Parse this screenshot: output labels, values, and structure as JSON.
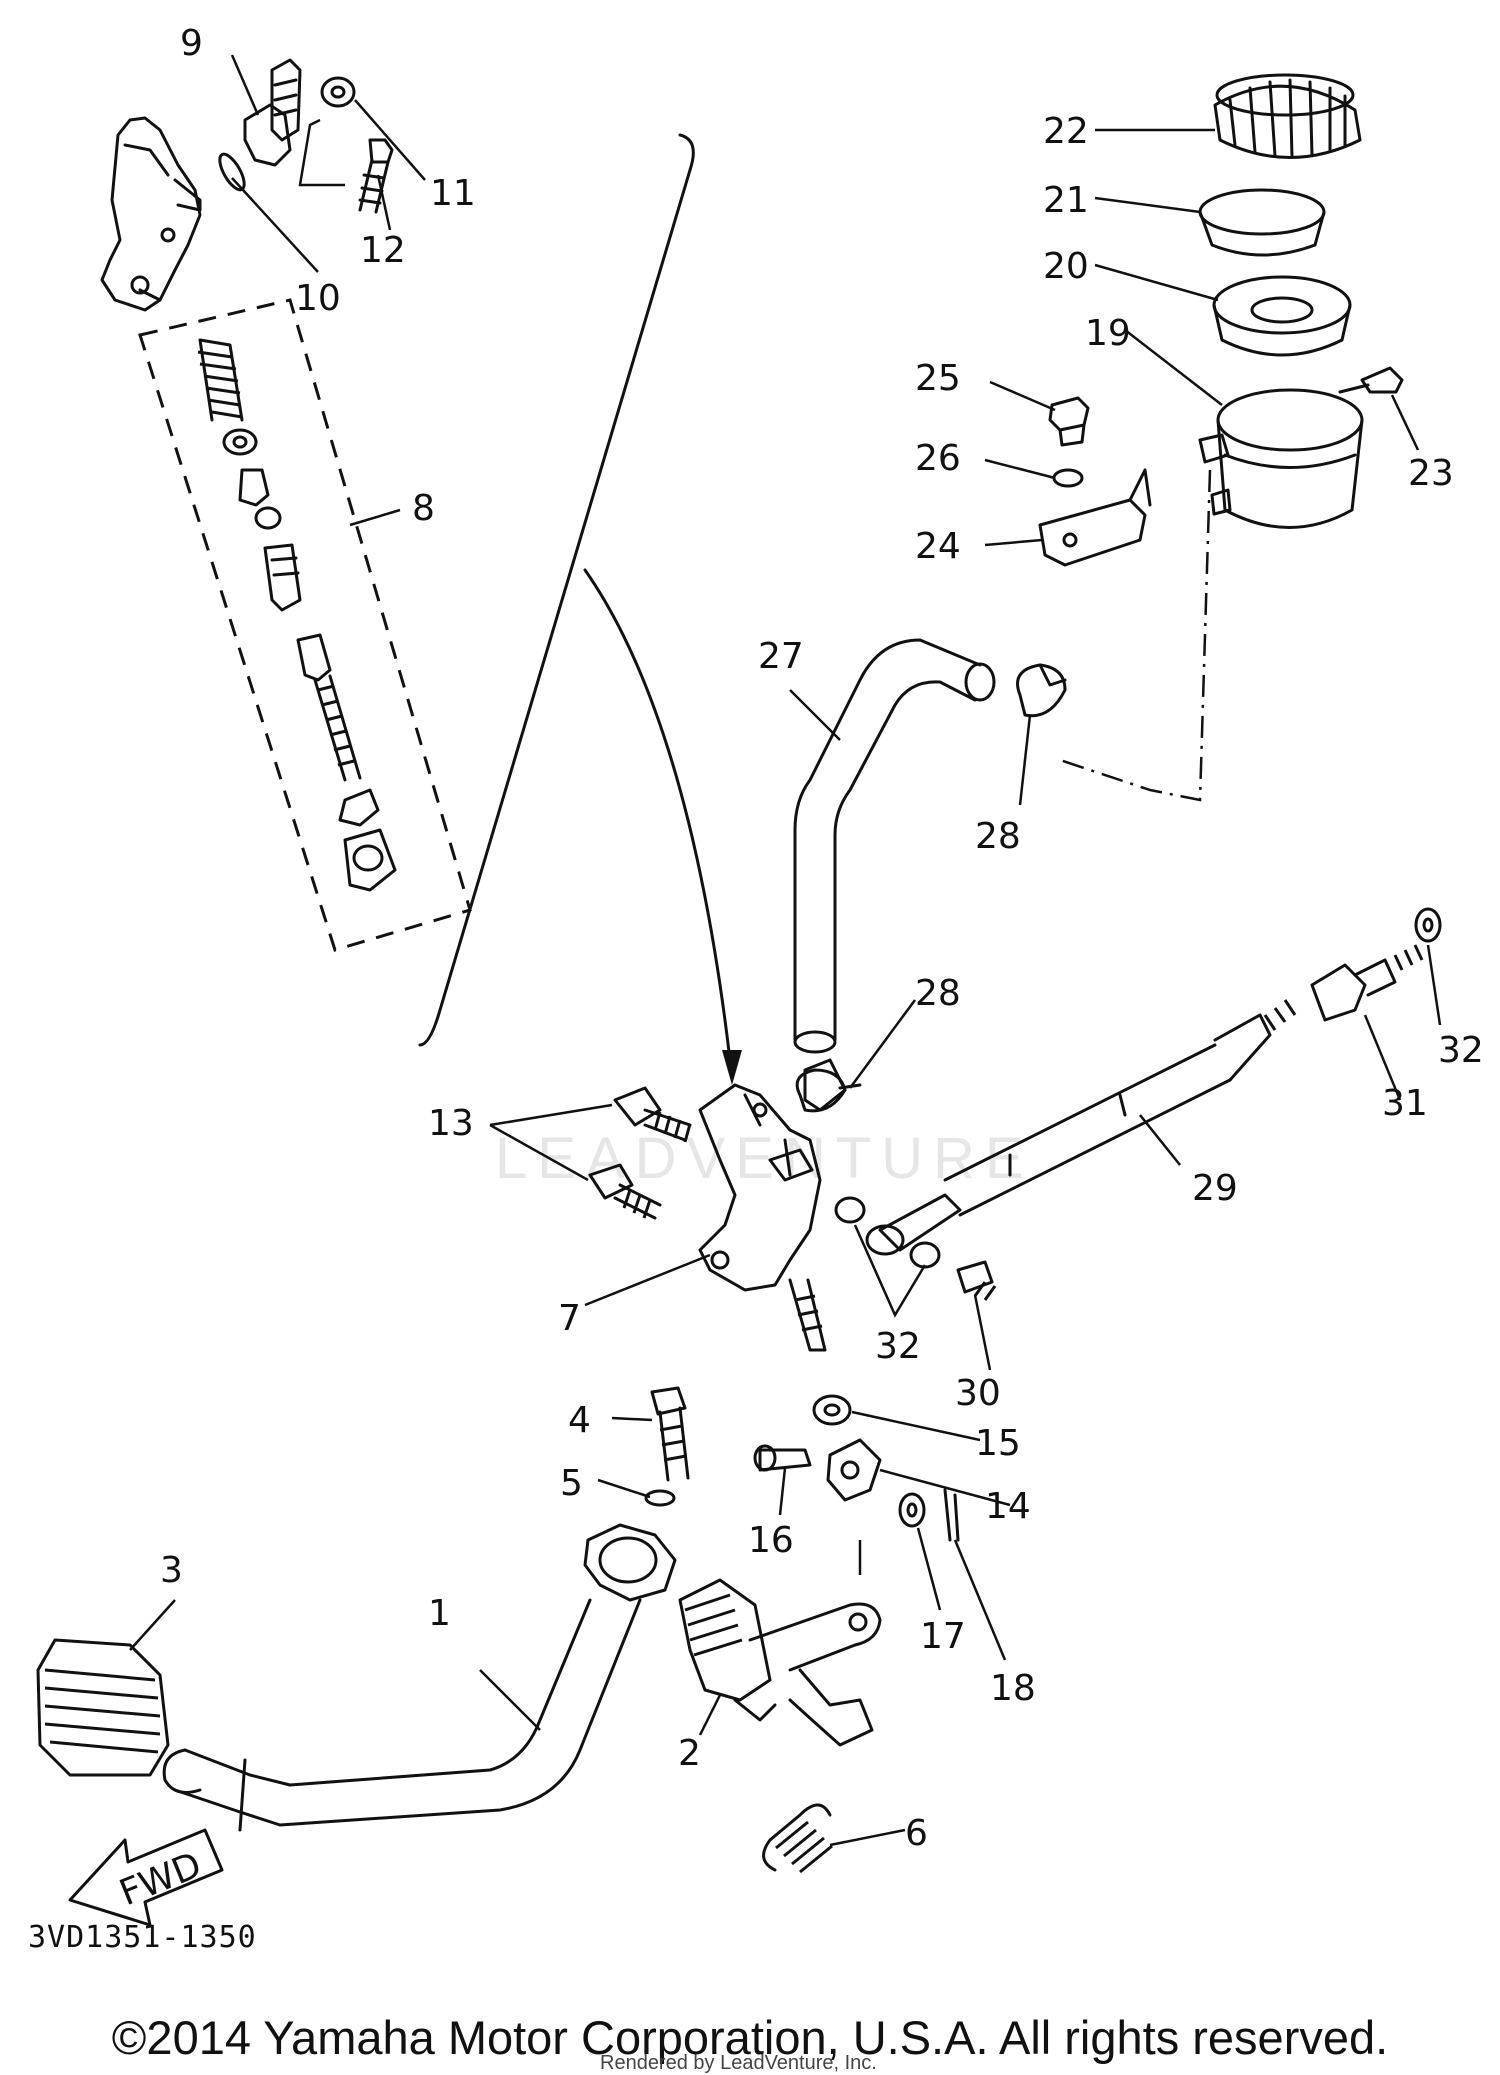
{
  "diagram": {
    "callouts": [
      "1",
      "2",
      "3",
      "4",
      "5",
      "6",
      "7",
      "8",
      "9",
      "10",
      "11",
      "12",
      "13",
      "14",
      "15",
      "16",
      "17",
      "18",
      "19",
      "20",
      "21",
      "22",
      "23",
      "24",
      "25",
      "26",
      "27",
      "28",
      "28",
      "29",
      "30",
      "31",
      "32",
      "32"
    ],
    "fwd_label": "FWD",
    "watermark": "LEADVENTURE"
  },
  "footer": {
    "diagram_code": "3VD1351-1350",
    "copyright": "©2014 Yamaha Motor Corporation, U.S.A. All rights reserved.",
    "rendered_by": "Rendered by LeadVenture, Inc."
  }
}
